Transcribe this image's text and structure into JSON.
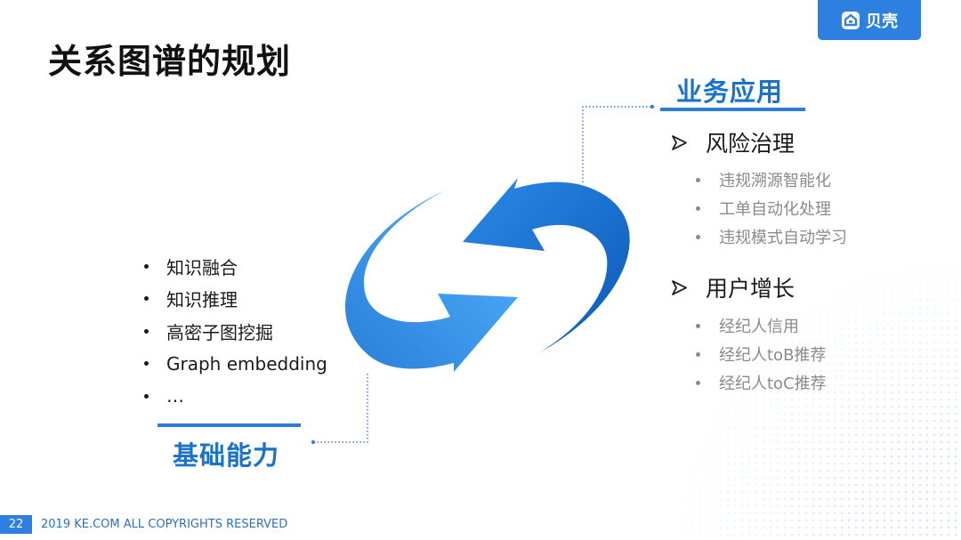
{
  "page": {
    "title": "关系图谱的规划",
    "page_number": "22"
  },
  "logo": {
    "text": "贝壳"
  },
  "business": {
    "title": "业务应用",
    "groups": [
      {
        "label": "风险治理",
        "items": [
          "违规溯源智能化",
          "工单自动化处理",
          "违规模式自动学习"
        ]
      },
      {
        "label": "用户增长",
        "items": [
          "经纪人信用",
          "经纪人toB推荐",
          "经纪人toC推荐"
        ]
      }
    ]
  },
  "foundation": {
    "title": "基础能力",
    "items": [
      "知识融合",
      "知识推理",
      "高密子图挖掘",
      "Graph embedding",
      "…"
    ]
  },
  "footer": {
    "copyright": "2019 KE.COM ALL COPYRIGHTS  RESERVED"
  },
  "colors": {
    "accent": "#2d7fe0",
    "title_blue": "#1a73c9",
    "arrow_dark": "#1565c0",
    "arrow_light": "#42a5f5",
    "subtext": "#8a8a8a"
  },
  "icons": {
    "logo": "shell-logo-icon",
    "group_marker": "arrow-bullet-icon",
    "diagram": "cycle-arrows-icon"
  }
}
